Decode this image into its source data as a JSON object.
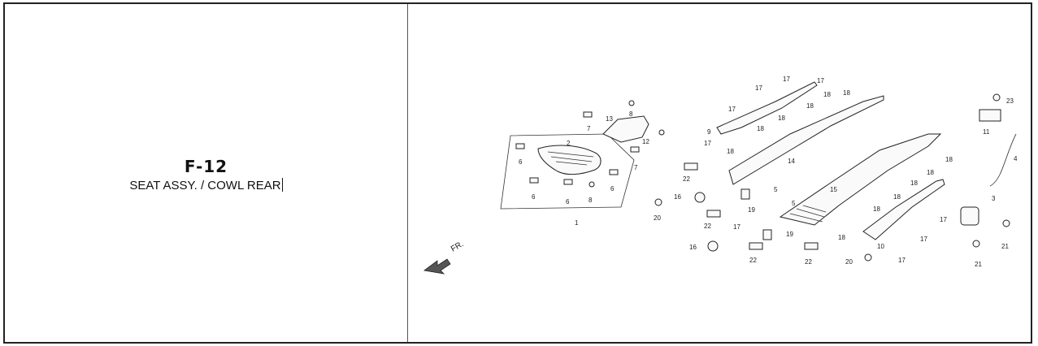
{
  "header": {
    "code": "F-12",
    "title": "SEAT ASSY. / COWL REAR"
  },
  "diagram": {
    "direction_label": "FR.",
    "callouts": {
      "c1": "1",
      "c2": "2",
      "c3": "3",
      "c4": "4",
      "c5a": "5",
      "c5b": "5",
      "c6a": "6",
      "c6b": "6",
      "c6c": "6",
      "c6d": "6",
      "c7a": "7",
      "c7b": "7",
      "c8a": "8",
      "c8b": "8",
      "c9": "9",
      "c10": "10",
      "c11": "11",
      "c12": "12",
      "c13": "13",
      "c14": "14",
      "c15": "15",
      "c16a": "16",
      "c16b": "16",
      "c17a": "17",
      "c17b": "17",
      "c17c": "17",
      "c17d": "17",
      "c17e": "17",
      "c17f": "17",
      "c17g": "17",
      "c17h": "17",
      "c17i": "17",
      "c18a": "18",
      "c18b": "18",
      "c18c": "18",
      "c18d": "18",
      "c18e": "18",
      "c18f": "18",
      "c18g": "18",
      "c18h": "18",
      "c18i": "18",
      "c18j": "18",
      "c18k": "18",
      "c18l": "18",
      "c19a": "19",
      "c19b": "19",
      "c20a": "20",
      "c20b": "20",
      "c21a": "21",
      "c21b": "21",
      "c22a": "22",
      "c22b": "22",
      "c22c": "22",
      "c22d": "22",
      "c23": "23"
    }
  }
}
